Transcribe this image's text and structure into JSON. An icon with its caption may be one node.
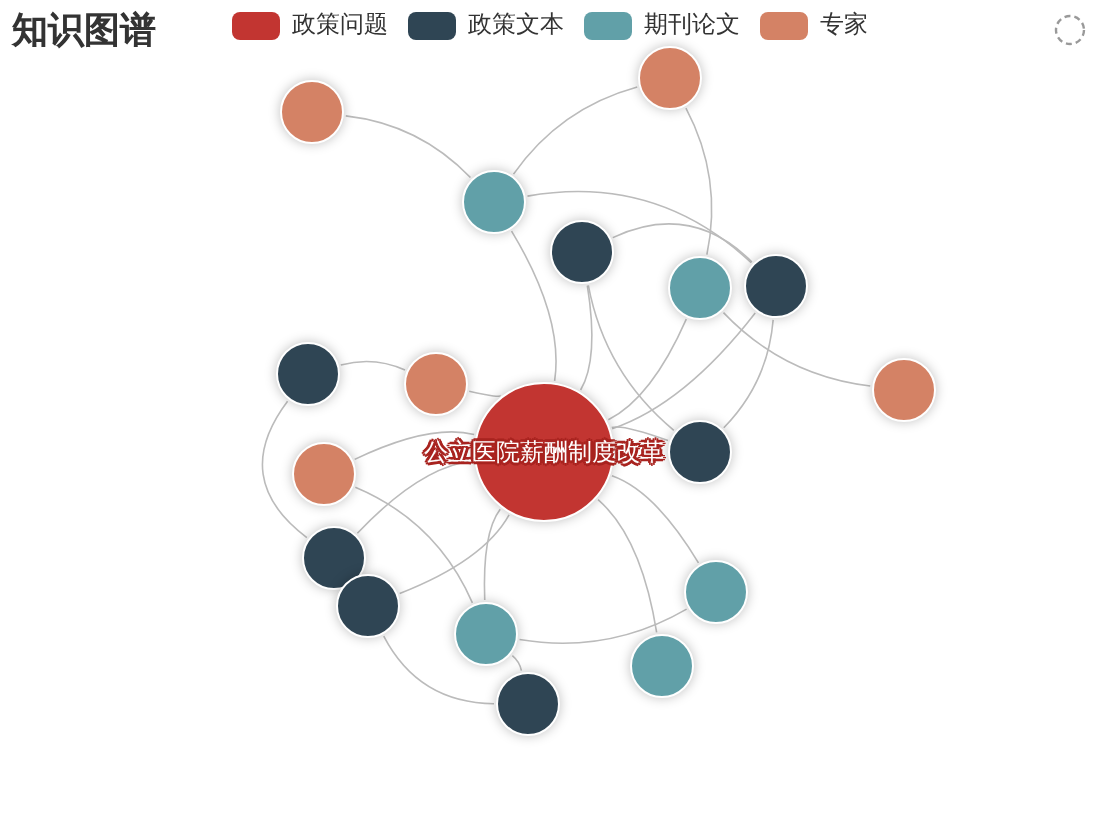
{
  "diagram": {
    "title": "知识图谱",
    "nodes": [
      {
        "text": [
          "公立医院薪酬制度改革"
        ]
      },
      {
        "text": [],
        "shape": "circle"
      },
      {
        "text": [],
        "shape": "circle"
      },
      {
        "text": [],
        "shape": "circle"
      },
      {
        "text": [],
        "shape": "circle"
      },
      {
        "text": [],
        "shape": "circle"
      },
      {
        "text": [],
        "shape": "circle"
      },
      {
        "text": [],
        "shape": "circle"
      },
      {
        "text": [],
        "shape": "circle"
      },
      {
        "text": [],
        "shape": "circle"
      },
      {
        "text": [],
        "shape": "circle"
      },
      {
        "text": [],
        "shape": "circle"
      },
      {
        "text": [],
        "shape": "circle"
      },
      {
        "text": [],
        "shape": "circle"
      },
      {
        "text": [],
        "shape": "circle"
      },
      {
        "text": [],
        "shape": "circle"
      },
      {
        "text": [],
        "shape": "circle"
      },
      {
        "text": [],
        "shape": "circle"
      }
    ],
    "edges": [
      {
        "from": 1,
        "to": 3,
        "arrow": "none"
      },
      {
        "from": 2,
        "to": 3,
        "arrow": "none"
      },
      {
        "from": 2,
        "to": 5,
        "arrow": "none"
      },
      {
        "from": 3,
        "to": 6,
        "arrow": "none"
      },
      {
        "from": 3,
        "to": 0,
        "arrow": "none"
      },
      {
        "from": 4,
        "to": 6,
        "arrow": "none"
      },
      {
        "from": 4,
        "to": 0,
        "arrow": "none"
      },
      {
        "from": 4,
        "to": 10,
        "arrow": "none"
      },
      {
        "from": 5,
        "to": 0,
        "arrow": "none"
      },
      {
        "from": 6,
        "to": 0,
        "arrow": "none"
      },
      {
        "from": 6,
        "to": 10,
        "arrow": "none"
      },
      {
        "from": 5,
        "to": 8,
        "arrow": "none"
      },
      {
        "from": 7,
        "to": 9,
        "arrow": "none"
      },
      {
        "from": 7,
        "to": 12,
        "arrow": "none"
      },
      {
        "from": 9,
        "to": 0,
        "arrow": "none"
      },
      {
        "from": 10,
        "to": 0,
        "arrow": "none"
      },
      {
        "from": 11,
        "to": 0,
        "arrow": "none"
      },
      {
        "from": 11,
        "to": 15,
        "arrow": "none"
      },
      {
        "from": 12,
        "to": 0,
        "arrow": "none"
      },
      {
        "from": 13,
        "to": 0,
        "arrow": "none"
      },
      {
        "from": 13,
        "to": 17,
        "arrow": "none"
      },
      {
        "from": 14,
        "to": 0,
        "arrow": "none"
      },
      {
        "from": 15,
        "to": 0,
        "arrow": "none"
      },
      {
        "from": 15,
        "to": 14,
        "arrow": "none"
      },
      {
        "from": 15,
        "to": 17,
        "arrow": "none"
      },
      {
        "from": 16,
        "to": 0,
        "arrow": "none"
      }
    ],
    "legend": [
      {
        "text": "政策问题",
        "color": "#c23531"
      },
      {
        "text": "政策文本",
        "color": "#2f4554"
      },
      {
        "text": "期刊论文",
        "color": "#61a0a8"
      },
      {
        "text": "专家",
        "color": "#d48265"
      }
    ]
  }
}
